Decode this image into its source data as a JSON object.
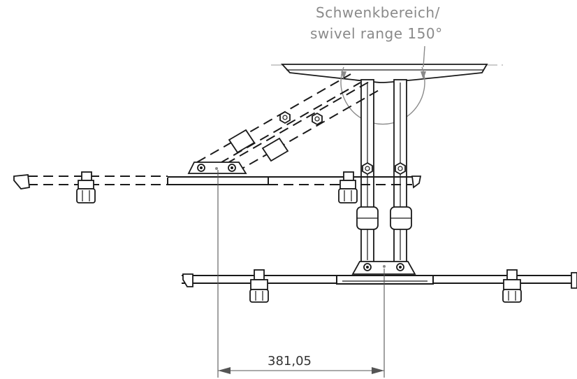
{
  "annotations": {
    "swivel_line1": "Schwenkbereich/",
    "swivel_line2": "swivel range 150°",
    "dimension": "381,05"
  },
  "colors": {
    "ink": "#1a1a1a",
    "annotation_grey": "#8a8a8a",
    "dimension_grey": "#555555"
  }
}
